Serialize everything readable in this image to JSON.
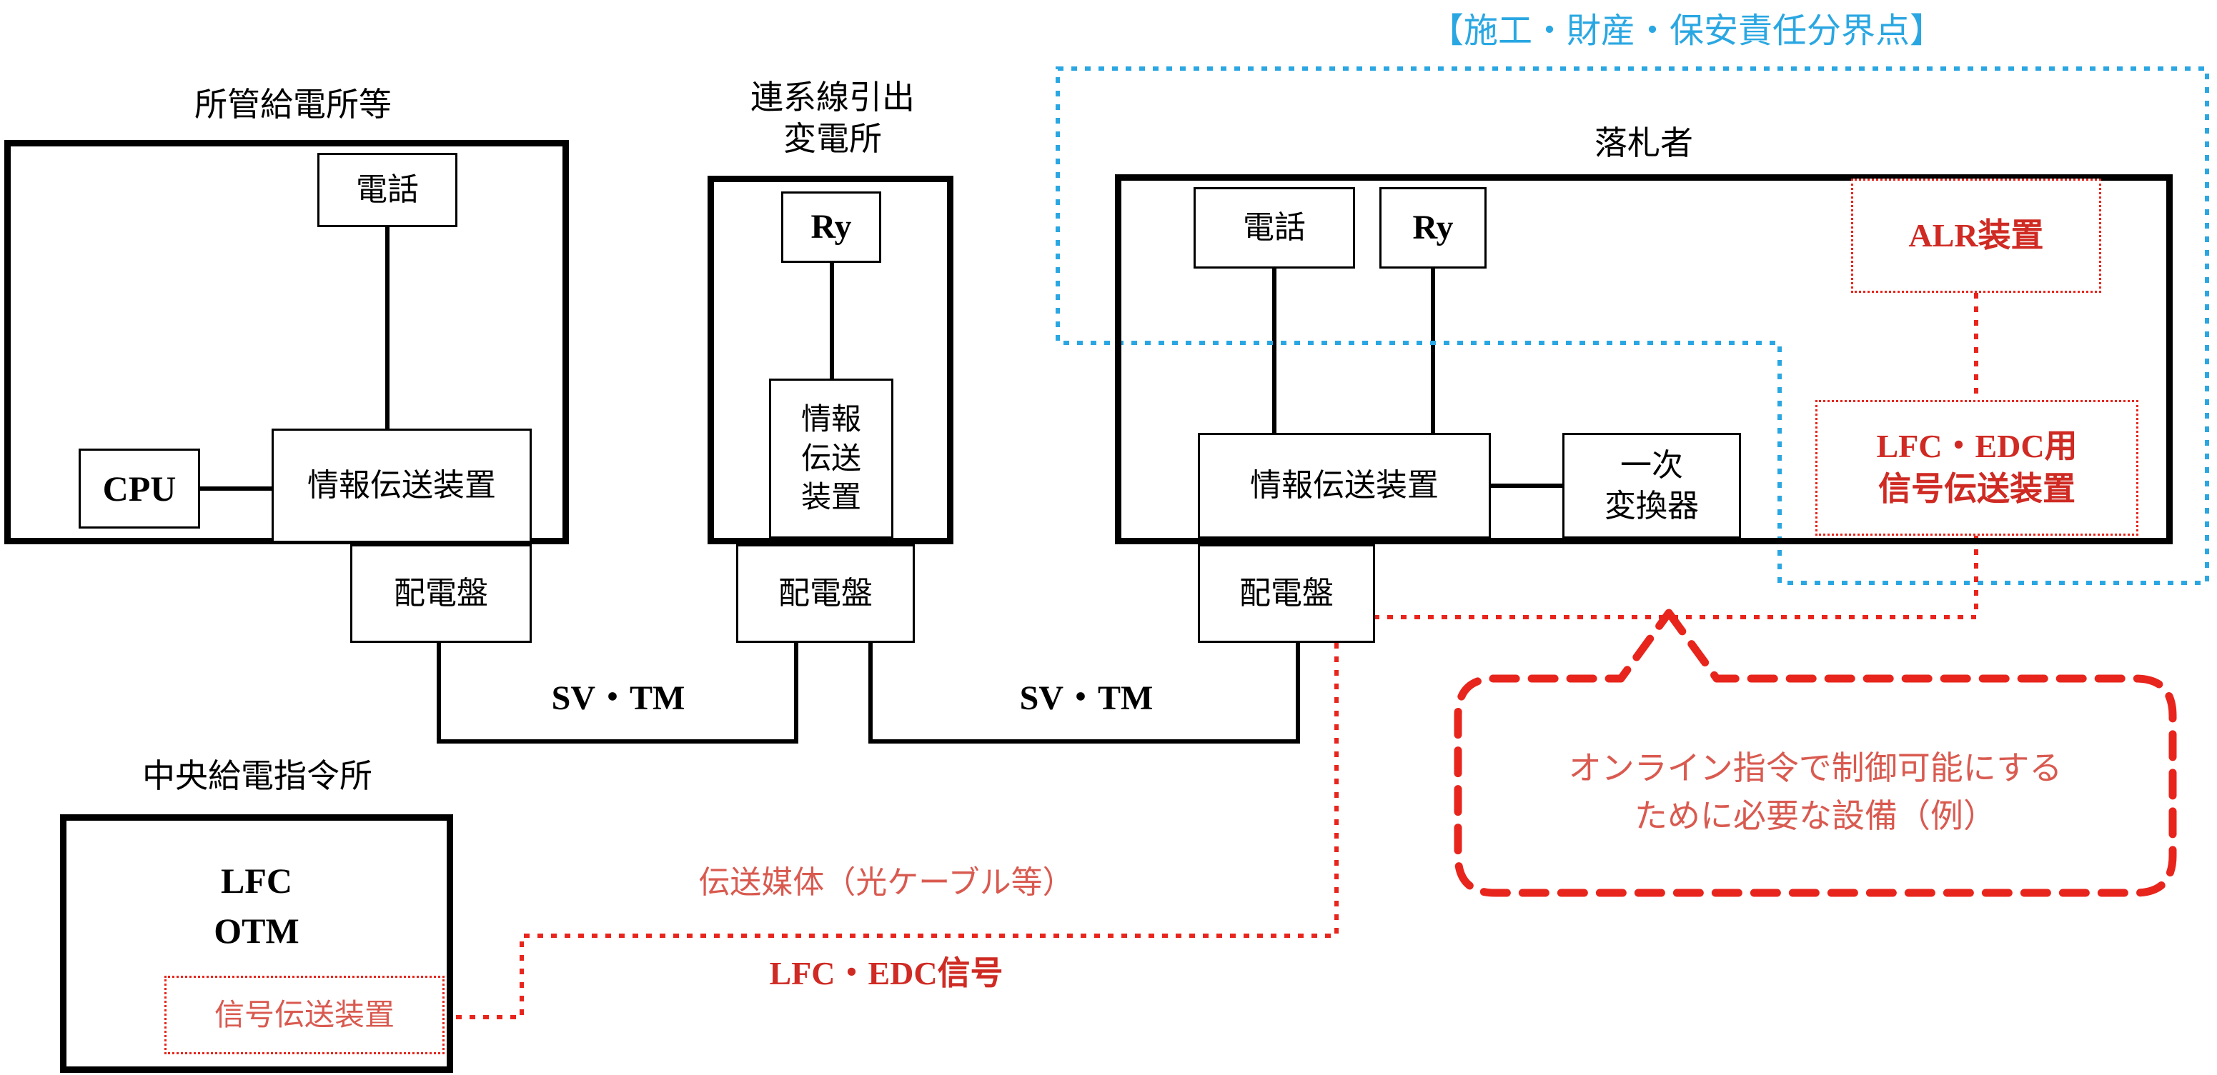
{
  "colors": {
    "boundary_blue": "#2aa7e2",
    "line_red": "#e8251c",
    "text_red_strong": "#cf2a23",
    "text_red_soft": "#d95a50"
  },
  "demarcation": {
    "title": "【施工・財産・保安責任分界点】"
  },
  "dispatch_office": {
    "title": "所管給電所等",
    "phone": "電話",
    "cpu": "CPU",
    "info_device": "情報伝送装置",
    "switchboard": "配電盤"
  },
  "substation": {
    "title_line1": "連系線引出",
    "title_line2": "変電所",
    "relay": "Ry",
    "info_line1": "情報",
    "info_line2": "伝送",
    "info_line3": "装置",
    "switchboard": "配電盤"
  },
  "bidder": {
    "title": "落札者",
    "phone": "電話",
    "relay": "Ry",
    "info_device": "情報伝送装置",
    "converter_line1": "一次",
    "converter_line2": "変換器",
    "switchboard": "配電盤",
    "alr_device": "ALR装置",
    "lfc_edc_line1": "LFC・EDC用",
    "lfc_edc_line2": "信号伝送装置"
  },
  "control_center": {
    "title": "中央給電指令所",
    "line1": "LFC",
    "line2": "OTM",
    "signal_device": "信号伝送装置"
  },
  "links": {
    "sv_tm_left": "SV・TM",
    "sv_tm_right": "SV・TM",
    "transmission_medium": "伝送媒体（光ケーブル等）",
    "lfc_edc_signal": "LFC・EDC信号"
  },
  "callout": {
    "line1": "オンライン指令で制御可能にする",
    "line2": "ために必要な設備（例）"
  }
}
